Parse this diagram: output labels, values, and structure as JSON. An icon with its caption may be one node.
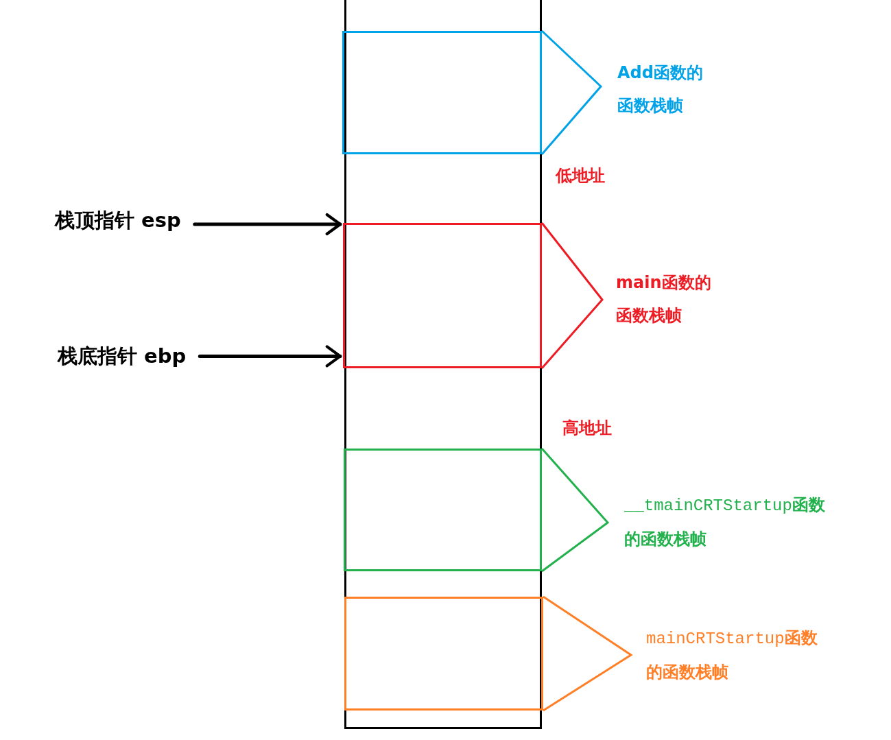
{
  "diagram": {
    "nodes": [
      {
        "text": [],
        "shape": "box"
      },
      {
        "text": [],
        "shape": "box",
        "in": 0
      },
      {
        "text": [],
        "shape": "box",
        "in": 0
      },
      {
        "text": [],
        "shape": "box",
        "in": 0
      },
      {
        "text": [],
        "shape": "box",
        "in": 0
      },
      {
        "text": [
          "栈顶指针 esp"
        ]
      },
      {
        "text": [
          "栈底指针 ebp"
        ]
      }
    ],
    "edges": [
      {
        "from": 5,
        "to": 2,
        "arrow": "to"
      },
      {
        "from": 6,
        "to": 2,
        "arrow": "to"
      }
    ],
    "labels": [
      "Add函数的函数栈帧",
      "低地址",
      "main函数的函数栈帧",
      "高地址",
      "__tmainCRTStartup**函数的函数栈帧**",
      "mainCRTStartup**函数的函数栈帧**"
    ]
  }
}
